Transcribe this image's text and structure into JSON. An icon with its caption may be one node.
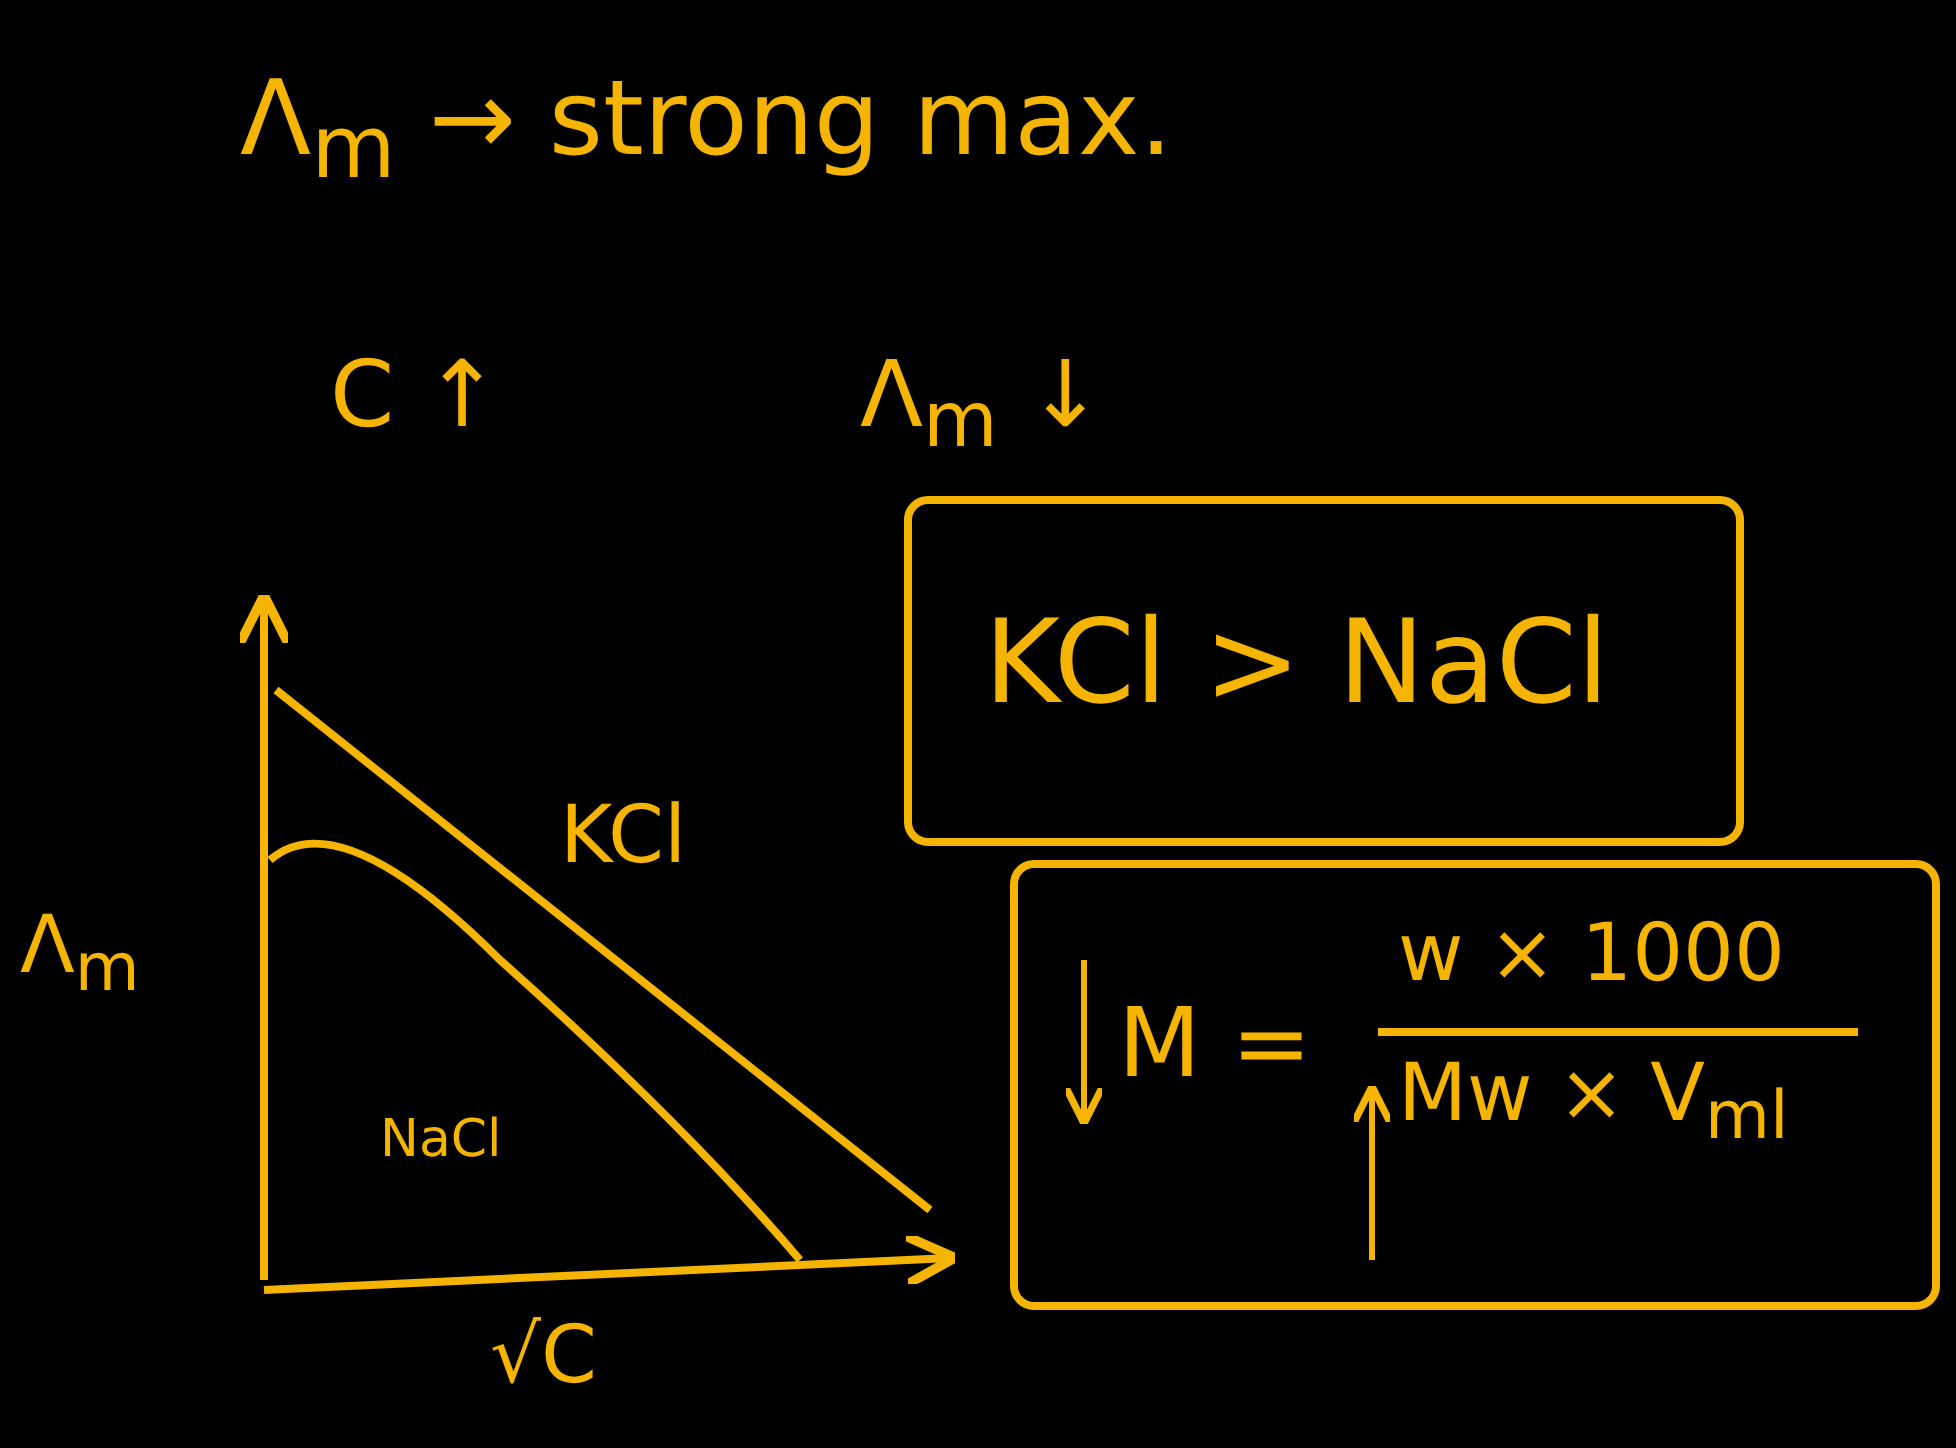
{
  "diagram": {
    "nodes": [
      {
        "text": [
          "KCl > NaCl"
        ]
      },
      {
        "text": [
          "M =",
          "w × 1000",
          "Mw × V$_{ml}$"
        ]
      }
    ],
    "edges": [],
    "labels": [
      "Λ$_{m}$ → strong max.",
      "C ↑",
      "Λ$_{m}$ ↓",
      "Λ$_{m}$",
      "KCl",
      "NaCl",
      "√C"
    ]
  }
}
